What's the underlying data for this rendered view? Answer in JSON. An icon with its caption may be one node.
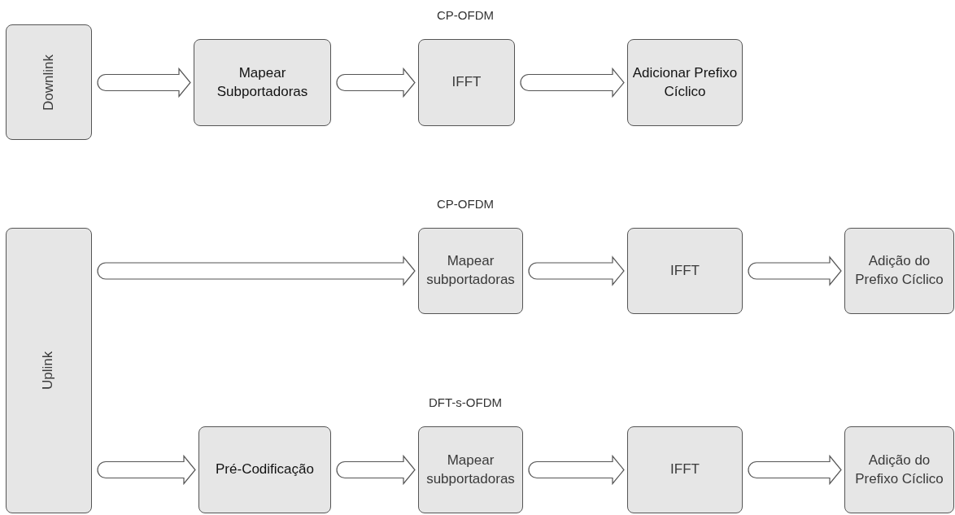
{
  "diagram": {
    "nodes": [
      {
        "text": [
          "Downlink"
        ]
      },
      {
        "text": [
          "Mapear Subportadoras"
        ]
      },
      {
        "text": [
          "IFFT"
        ]
      },
      {
        "text": [
          "Adicionar Prefixo Cíclico"
        ]
      },
      {
        "text": [
          "Uplink"
        ]
      },
      {
        "text": [
          "Mapear subportadoras"
        ]
      },
      {
        "text": [
          "IFFT"
        ]
      },
      {
        "text": [
          "Adição do Prefixo Cíclico"
        ]
      },
      {
        "text": [
          "Pré-Codificação"
        ]
      },
      {
        "text": [
          "Mapear subportadoras"
        ]
      },
      {
        "text": [
          "IFFT"
        ]
      },
      {
        "text": [
          "Adição do Prefixo Cíclico"
        ]
      }
    ],
    "edges": [
      {
        "from": 0,
        "to": 1,
        "arrow": "to"
      },
      {
        "from": 1,
        "to": 2,
        "arrow": "to"
      },
      {
        "from": 2,
        "to": 3,
        "arrow": "to"
      },
      {
        "from": 4,
        "to": 5,
        "arrow": "to"
      },
      {
        "from": 5,
        "to": 6,
        "arrow": "to"
      },
      {
        "from": 6,
        "to": 7,
        "arrow": "to"
      },
      {
        "from": 4,
        "to": 8,
        "arrow": "to"
      },
      {
        "from": 8,
        "to": 9,
        "arrow": "to"
      },
      {
        "from": 9,
        "to": 10,
        "arrow": "to"
      },
      {
        "from": 10,
        "to": 11,
        "arrow": "to"
      }
    ],
    "labels": [
      "CP-OFDM",
      "CP-OFDM",
      "DFT-s-OFDM"
    ]
  }
}
